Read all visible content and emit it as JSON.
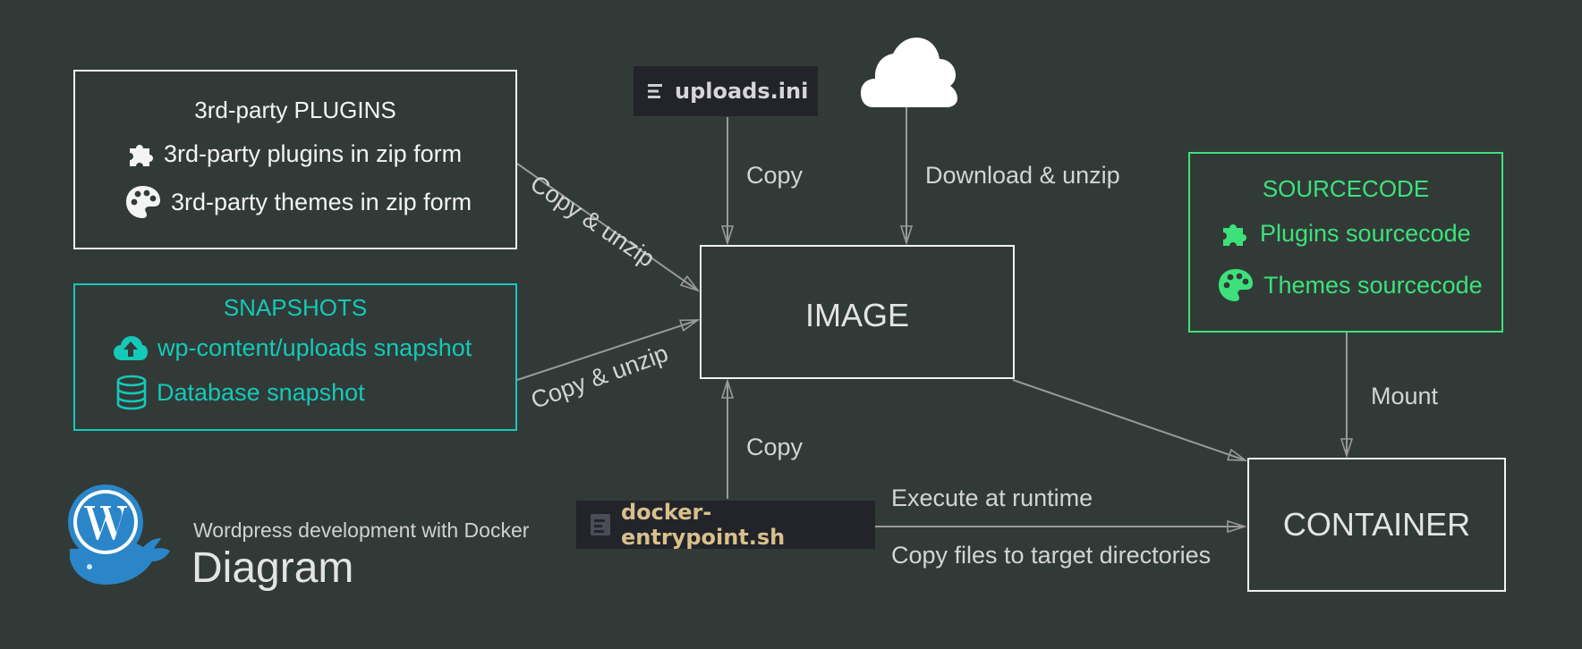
{
  "diagram": {
    "subtitle": "Wordpress development with Docker",
    "title": "Diagram"
  },
  "plugins": {
    "title": "3rd-party PLUGINS",
    "items": [
      {
        "icon": "puzzle-icon",
        "label": "3rd-party plugins in zip form"
      },
      {
        "icon": "palette-icon",
        "label": "3rd-party themes in zip form"
      }
    ]
  },
  "snapshots": {
    "title": "SNAPSHOTS",
    "items": [
      {
        "icon": "cloud-upload-icon",
        "label": "wp-content/uploads snapshot"
      },
      {
        "icon": "database-icon",
        "label": "Database snapshot"
      }
    ]
  },
  "image": {
    "label": "IMAGE"
  },
  "container": {
    "label": "CONTAINER"
  },
  "sourcecode": {
    "title": "SOURCECODE",
    "items": [
      {
        "icon": "puzzle-icon",
        "label": "Plugins sourcecode"
      },
      {
        "icon": "palette-icon",
        "label": "Themes sourcecode"
      }
    ]
  },
  "files": {
    "uploads_ini": "uploads.ini",
    "entrypoint": "docker-entrypoint.sh"
  },
  "edges": {
    "plugins_to_image": "Copy & unzip",
    "snapshots_to_image": "Copy & unzip",
    "uploads_to_image": "Copy",
    "cloud_to_image": "Download & unzip",
    "entrypoint_to_image": "Copy",
    "entrypoint_execute": "Execute at runtime",
    "entrypoint_copy": "Copy files to target directories",
    "source_to_container": "Mount"
  },
  "colors": {
    "background": "#323a37",
    "plugins_border": "#f2f2f2",
    "snapshots_accent": "#14c9b8",
    "sourcecode_accent": "#3de17b",
    "arrow": "#9a9a9a",
    "wordpress_blue": "#2a86c8"
  }
}
